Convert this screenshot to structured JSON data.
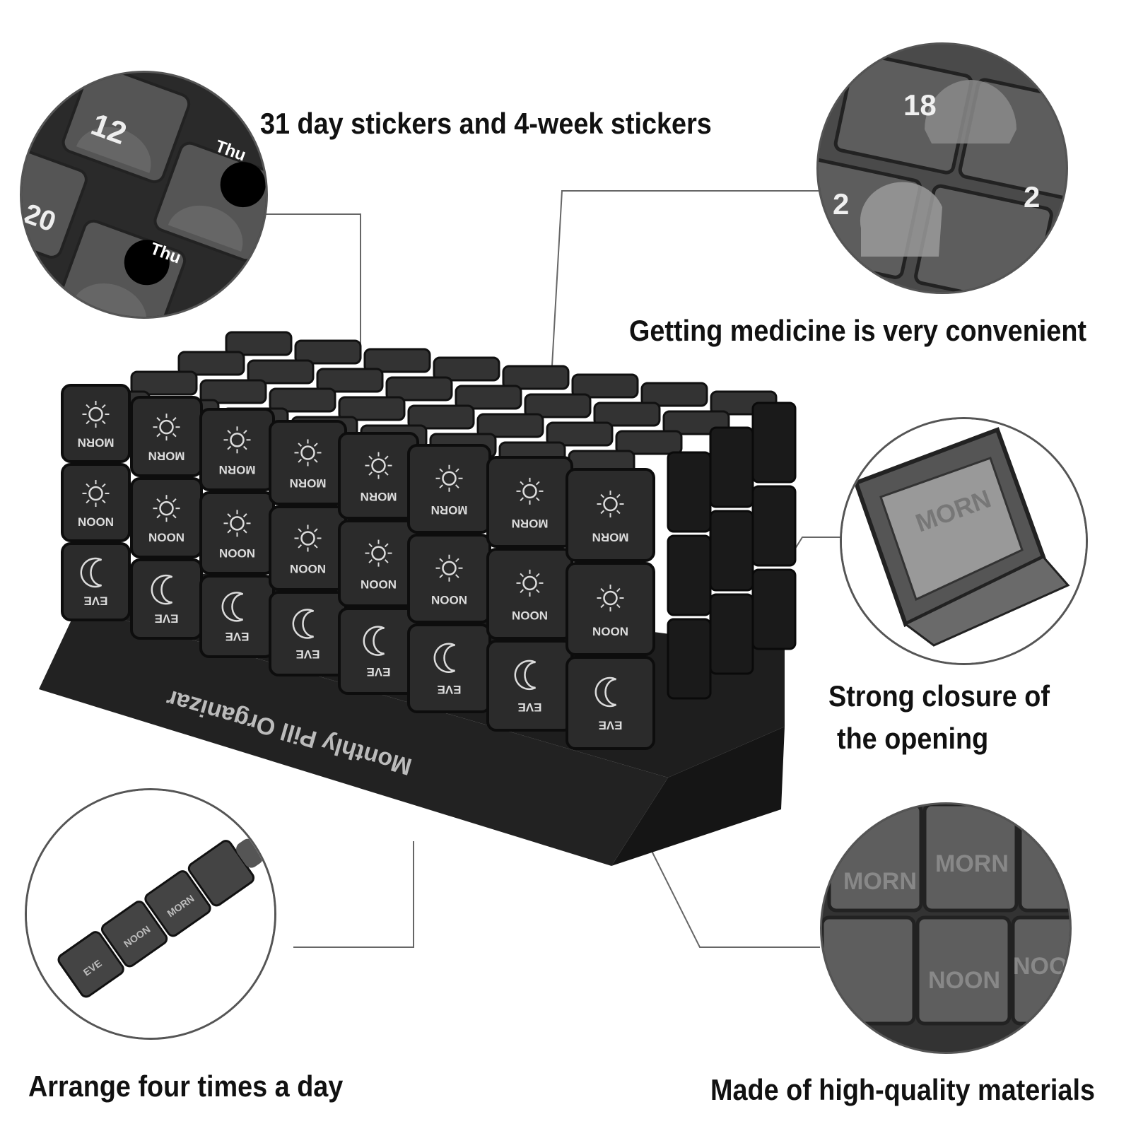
{
  "captions": {
    "stickers": "31 day stickers and 4-week stickers",
    "medicine": "Getting medicine is very convenient",
    "closure_line1": "Strong closure of",
    "closure_line2": "the opening",
    "four_times": "Arrange four times a day",
    "materials": "Made of high-quality materials"
  },
  "product": {
    "base_text": "Monthly Pill Organizar",
    "slot_morning": "MORN",
    "slot_noon": "NOON",
    "slot_evening": "EVE"
  },
  "detail_circles": {
    "stickers": {
      "day_a": "12",
      "day_b": "20",
      "weekday": "Thu"
    },
    "medicine": {
      "day_a": "18",
      "day_b": "2",
      "day_c": "2"
    },
    "closure": {
      "lid_text": "MORN"
    },
    "strip": {
      "label_a": "MORN",
      "label_b": "NOON",
      "label_c": "EVE"
    },
    "materials": {
      "label_a": "MORN",
      "label_b": "NOON"
    }
  },
  "colors": {
    "plastic": "#2b2b2b",
    "plastic_light": "#5a5a5a",
    "icon": "#dcdcdc",
    "leader": "#666666"
  }
}
